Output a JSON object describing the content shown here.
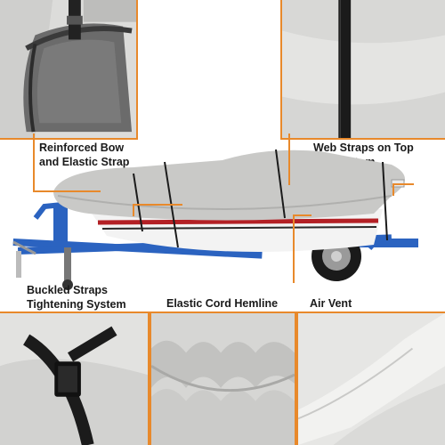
{
  "features": {
    "bow_strap": {
      "label_line1": "Reinforced Bow",
      "label_line2": "and Elastic Strap",
      "icon": "bow-strap-closeup"
    },
    "web_straps": {
      "label_line1": "Web Straps on Top",
      "label_line2": "and Bottom",
      "icon": "web-strap-closeup"
    },
    "buckled_straps": {
      "label_line1": "Buckled Straps",
      "label_line2": "Tightening System",
      "icon": "buckle-closeup"
    },
    "elastic_cord": {
      "label": "Elastic Cord Hemline",
      "icon": "elastic-hem-closeup"
    },
    "air_vent": {
      "label": "Air Vent",
      "icon": "air-vent-closeup"
    }
  },
  "colors": {
    "frame_accent": "#e8892b",
    "cover_fabric": "#c9c9c7",
    "trailer_blue": "#2b63c0",
    "hull_stripe_red": "#b32025",
    "strap_black": "#1b1b1b"
  }
}
